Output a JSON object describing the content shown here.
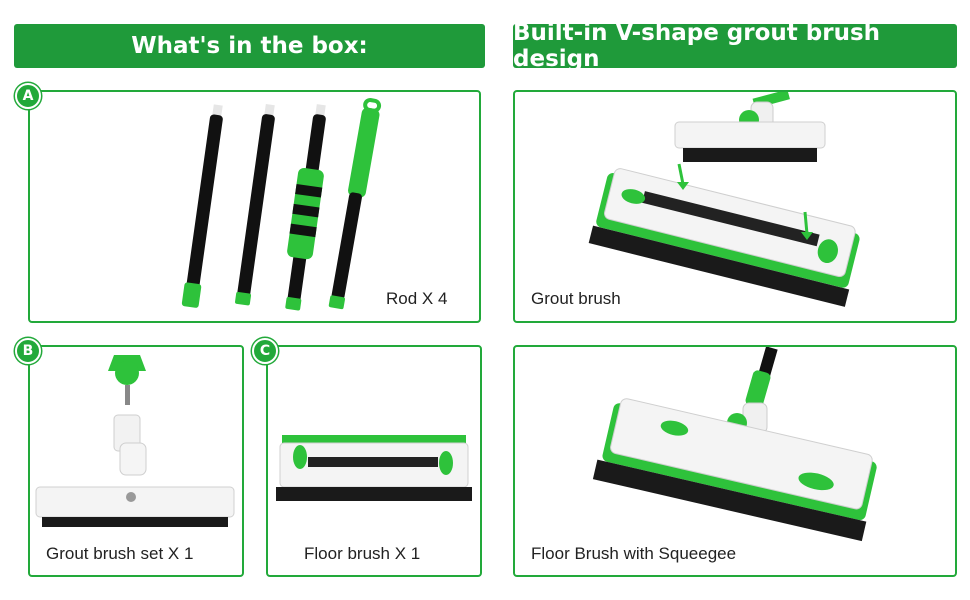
{
  "banners": {
    "left": "What's in the box:",
    "right": "Built-in V-shape grout brush design"
  },
  "badges": {
    "a": "A",
    "b": "B",
    "c": "C"
  },
  "captions": {
    "rods": "Rod X 4",
    "grout_set": "Grout brush set X 1",
    "floor_brush": "Floor brush X 1",
    "grout_brush": "Grout brush",
    "floor_squeegee": "Floor Brush with Squeegee"
  },
  "colors": {
    "brand_green": "#22a93a",
    "banner_green": "#1f9a3a",
    "rod_black": "#111111",
    "bristle": "#1a1a1a"
  }
}
